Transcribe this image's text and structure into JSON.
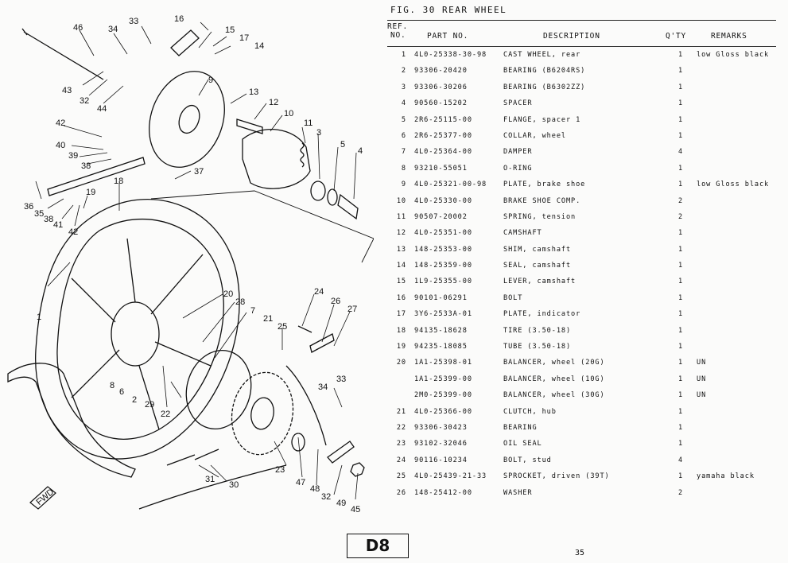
{
  "figure": {
    "title": "FIG. 30   REAR WHEEL"
  },
  "table": {
    "headers": {
      "ref_line1": "REF.",
      "ref_line2": "NO.",
      "part_no": "PART NO.",
      "description": "DESCRIPTION",
      "qty": "Q'TY",
      "remarks": "REMARKS"
    },
    "rows": [
      {
        "ref": "1",
        "part": "4L0-25338-30-98",
        "desc": "CAST WHEEL, rear",
        "qty": "1",
        "remarks": "low Gloss black"
      },
      {
        "ref": "2",
        "part": "93306-20420",
        "desc": "BEARING (B6204RS)",
        "qty": "1",
        "remarks": ""
      },
      {
        "ref": "3",
        "part": "93306-30206",
        "desc": "BEARING (B6302ZZ)",
        "qty": "1",
        "remarks": ""
      },
      {
        "ref": "4",
        "part": "90560-15202",
        "desc": "SPACER",
        "qty": "1",
        "remarks": ""
      },
      {
        "ref": "5",
        "part": "2R6-25115-00",
        "desc": "FLANGE, spacer 1",
        "qty": "1",
        "remarks": ""
      },
      {
        "ref": "6",
        "part": "2R6-25377-00",
        "desc": "COLLAR, wheel",
        "qty": "1",
        "remarks": ""
      },
      {
        "ref": "7",
        "part": "4L0-25364-00",
        "desc": "DAMPER",
        "qty": "4",
        "remarks": ""
      },
      {
        "ref": "8",
        "part": "93210-55051",
        "desc": "O-RING",
        "qty": "1",
        "remarks": ""
      },
      {
        "ref": "9",
        "part": "4L0-25321-00-98",
        "desc": "PLATE, brake shoe",
        "qty": "1",
        "remarks": "low Gloss black"
      },
      {
        "ref": "10",
        "part": "4L0-25330-00",
        "desc": "BRAKE SHOE COMP.",
        "qty": "2",
        "remarks": ""
      },
      {
        "ref": "11",
        "part": "90507-20002",
        "desc": "SPRING, tension",
        "qty": "2",
        "remarks": ""
      },
      {
        "ref": "12",
        "part": "4L0-25351-00",
        "desc": "CAMSHAFT",
        "qty": "1",
        "remarks": ""
      },
      {
        "ref": "13",
        "part": "148-25353-00",
        "desc": "SHIM, camshaft",
        "qty": "1",
        "remarks": ""
      },
      {
        "ref": "14",
        "part": "148-25359-00",
        "desc": "SEAL, camshaft",
        "qty": "1",
        "remarks": ""
      },
      {
        "ref": "15",
        "part": "1L9-25355-00",
        "desc": "LEVER, camshaft",
        "qty": "1",
        "remarks": ""
      },
      {
        "ref": "16",
        "part": "90101-06291",
        "desc": "BOLT",
        "qty": "1",
        "remarks": ""
      },
      {
        "ref": "17",
        "part": "3Y6-2533A-01",
        "desc": "PLATE, indicator",
        "qty": "1",
        "remarks": ""
      },
      {
        "ref": "18",
        "part": "94135-18628",
        "desc": "TIRE (3.50-18)",
        "qty": "1",
        "remarks": ""
      },
      {
        "ref": "19",
        "part": "94235-18085",
        "desc": "TUBE (3.50-18)",
        "qty": "1",
        "remarks": ""
      },
      {
        "ref": "20",
        "part": "1A1-25398-01",
        "desc": "BALANCER, wheel (20G)",
        "qty": "1",
        "remarks": "UN"
      },
      {
        "ref": "",
        "part": "1A1-25399-00",
        "desc": "BALANCER, wheel (10G)",
        "qty": "1",
        "remarks": "UN"
      },
      {
        "ref": "",
        "part": "2M0-25399-00",
        "desc": "BALANCER, wheel (30G)",
        "qty": "1",
        "remarks": "UN"
      },
      {
        "ref": "21",
        "part": "4L0-25366-00",
        "desc": "CLUTCH, hub",
        "qty": "1",
        "remarks": ""
      },
      {
        "ref": "22",
        "part": "93306-30423",
        "desc": "BEARING",
        "qty": "1",
        "remarks": ""
      },
      {
        "ref": "23",
        "part": "93102-32046",
        "desc": "OIL SEAL",
        "qty": "1",
        "remarks": ""
      },
      {
        "ref": "24",
        "part": "90116-10234",
        "desc": "BOLT, stud",
        "qty": "4",
        "remarks": ""
      },
      {
        "ref": "25",
        "part": "4L0-25439-21-33",
        "desc": "SPROCKET, driven (39T)",
        "qty": "1",
        "remarks": "yamaha black"
      },
      {
        "ref": "26",
        "part": "148-25412-00",
        "desc": "WASHER",
        "qty": "2",
        "remarks": ""
      }
    ]
  },
  "diagram": {
    "labels": [
      "1",
      "2",
      "3",
      "4",
      "5",
      "6",
      "7",
      "8",
      "9",
      "10",
      "11",
      "12",
      "13",
      "14",
      "15",
      "16",
      "17",
      "18",
      "19",
      "20",
      "21",
      "22",
      "23",
      "24",
      "25",
      "26",
      "27",
      "28",
      "29",
      "30",
      "31",
      "32",
      "33",
      "34",
      "35",
      "36",
      "37",
      "38",
      "39",
      "40",
      "41",
      "42",
      "43",
      "44",
      "45",
      "46",
      "47",
      "48",
      "49"
    ],
    "logo_text": "FWD"
  },
  "footer": {
    "section_code": "D8",
    "page_number": "35"
  }
}
